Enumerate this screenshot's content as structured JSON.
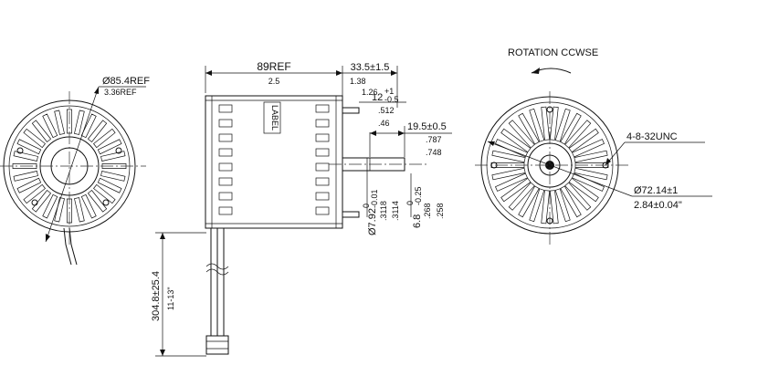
{
  "left_view": {
    "diameter": "Ø85.4REF",
    "diameter_in": "3.36REF"
  },
  "side_view": {
    "length": "89REF",
    "length_in": "2.5",
    "label_plate": "LABEL",
    "overhang": "33.5±1.5",
    "overhang_in": "1.38",
    "d_126": "1.26",
    "shaft_flat": "12",
    "shaft_flat_tol_upper": "+1",
    "shaft_flat_tol_lower": "-0.5",
    "d_512": ".512",
    "d_46": ".46",
    "shaft_length": "19.5±0.5",
    "shaft_length_in": ".787",
    "d_748": ".748",
    "shaft_dia": "Ø7.92",
    "shaft_dia_tol_upper": "0",
    "shaft_dia_tol_lower": "-0.01",
    "d_3118": ".3118",
    "d_3114": ".3114",
    "flat_depth": "6.8",
    "flat_depth_tol_upper": "0",
    "flat_depth_tol_lower": "-0.25",
    "d_268": ".268",
    "d_258": ".258",
    "lead_length": "304.8±25.4",
    "lead_length_in": "11-13\""
  },
  "right_view": {
    "rotation": "ROTATION CCWSE",
    "thread": "4-8-32UNC",
    "bolt_circle": "Ø72.14±1",
    "bolt_circle_in": "2.84±0.04\""
  }
}
